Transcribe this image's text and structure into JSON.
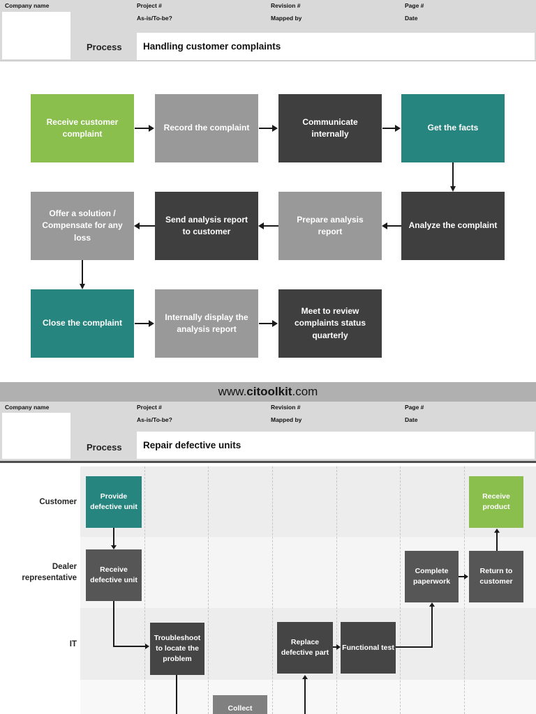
{
  "colors": {
    "header_bg": "#d9d9d9",
    "banner_bg": "#b0b0b0",
    "green": "#8abf4d",
    "teal": "#26857e",
    "mid_gray": "#999999",
    "dark_gray": "#3f3f3f",
    "dealer_gray": "#565656",
    "it_gray": "#454545",
    "collect_gray": "#808080",
    "lane_odd": "#ededed",
    "lane_even": "#f5f5f5"
  },
  "hdr": {
    "company": "Company name",
    "project": "Project #",
    "asis": "As-is/To-be?",
    "revision": "Revision #",
    "mapped": "Mapped by",
    "page": "Page #",
    "date": "Date",
    "process": "Process"
  },
  "header1": {
    "process_title": "Handling customer complaints"
  },
  "banner": {
    "www": "www.",
    "brand": "citoolkit",
    "com": ".com"
  },
  "header2": {
    "process_title": "Repair defective units"
  },
  "flowchart1": {
    "row1": [
      "Receive customer complaint",
      "Record the complaint",
      "Communicate internally",
      "Get the facts"
    ],
    "row2": [
      "Offer a solution / Compensate for any loss",
      "Send analysis report to customer",
      "Prepare analysis report",
      "Analyze the complaint"
    ],
    "row3": [
      "Close the complaint",
      "Internally display the analysis report",
      "Meet to review complaints status quarterly"
    ]
  },
  "swimlane": {
    "lane_labels": [
      "Customer",
      "Dealer representative",
      "IT"
    ],
    "boxes": {
      "provide": "Provide defective unit",
      "receive_product": "Receive product",
      "receive_defective": "Receive defective unit",
      "complete_paperwork": "Complete paperwork",
      "return_customer": "Return to customer",
      "troubleshoot": "Troubleshoot to locate the problem",
      "replace": "Replace defective part",
      "functional": "Functional test",
      "collect": "Collect"
    }
  }
}
